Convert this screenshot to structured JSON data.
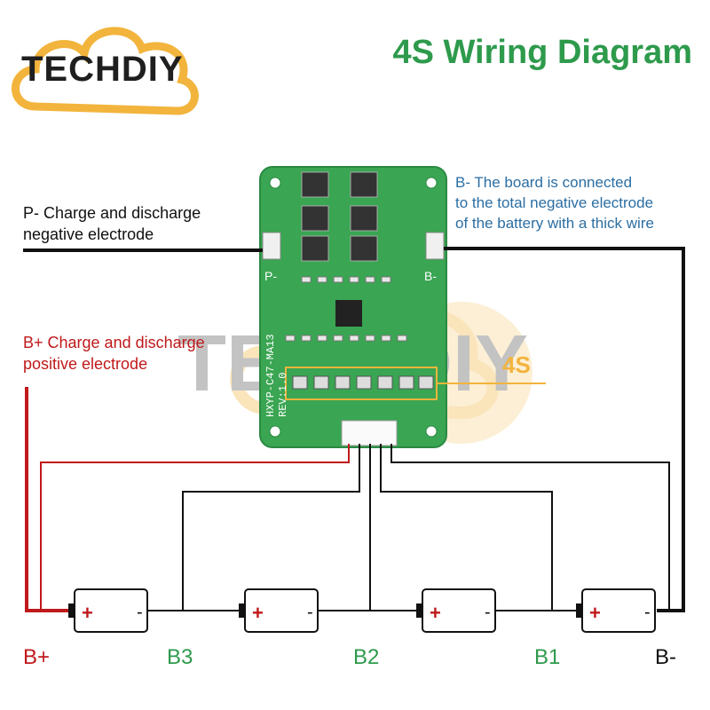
{
  "title": "4S Wiring Diagram",
  "logo": {
    "text": "TECHDIY"
  },
  "notes": {
    "p_minus": [
      "P- Charge and discharge",
      "negative electrode"
    ],
    "b_plus": [
      "B+ Charge and discharge",
      "positive electrode"
    ],
    "b_minus": [
      "B- The board is connected",
      "to the total negative electrode",
      "of the battery with a thick wire"
    ]
  },
  "terminals": {
    "b_plus": "B+",
    "b3": "B3",
    "b2": "B2",
    "b1": "B1",
    "b_minus": "B-"
  },
  "board": {
    "pad_left": "P-",
    "pad_right": "B-",
    "model": "HXYP-C47-MA13",
    "rev": "REV:1.0",
    "cell_count": "4S",
    "watermark": "TECHDIY"
  },
  "batteries": [
    {
      "plus": "+",
      "minus": "-"
    },
    {
      "plus": "+",
      "minus": "-"
    },
    {
      "plus": "+",
      "minus": "-"
    },
    {
      "plus": "+",
      "minus": "-"
    }
  ],
  "colors": {
    "title_green": "#2e9a4c",
    "board_green": "#3aa552",
    "red_wire": "#c0191b",
    "blue_text": "#2b6ea3",
    "logo_orange": "#f2b43c"
  }
}
